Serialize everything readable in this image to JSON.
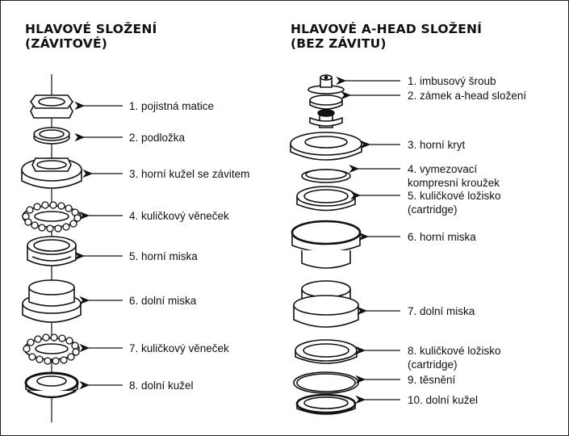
{
  "left": {
    "title_line1": "HLAVOVÉ SLOŽENÍ",
    "title_line2": "(ZÁVITOVÉ)",
    "labels": [
      "1. pojistná matice",
      "2. podložka",
      "3. horní kužel se závitem",
      "4. kuličkový věneček",
      "5. horní miska",
      "6. dolní miska",
      "7. kuličkový věneček",
      "8. dolní kužel"
    ]
  },
  "right": {
    "title_line1": "HLAVOVÉ A-HEAD SLOŽENÍ",
    "title_line2": "(BEZ ZÁVITU)",
    "labels": [
      "1. imbusový šroub",
      "2. zámek a-head složení",
      "3. horní kryt",
      "4. vymezovací",
      "kompresní kroužek",
      "5. kuličkové ložisko",
      "(cartridge)",
      "6. horní miska",
      "7. dolní miska",
      "8. kuličkové ložisko",
      "(cartridge)",
      "9. těsnění",
      "10. dolní kužel"
    ]
  }
}
